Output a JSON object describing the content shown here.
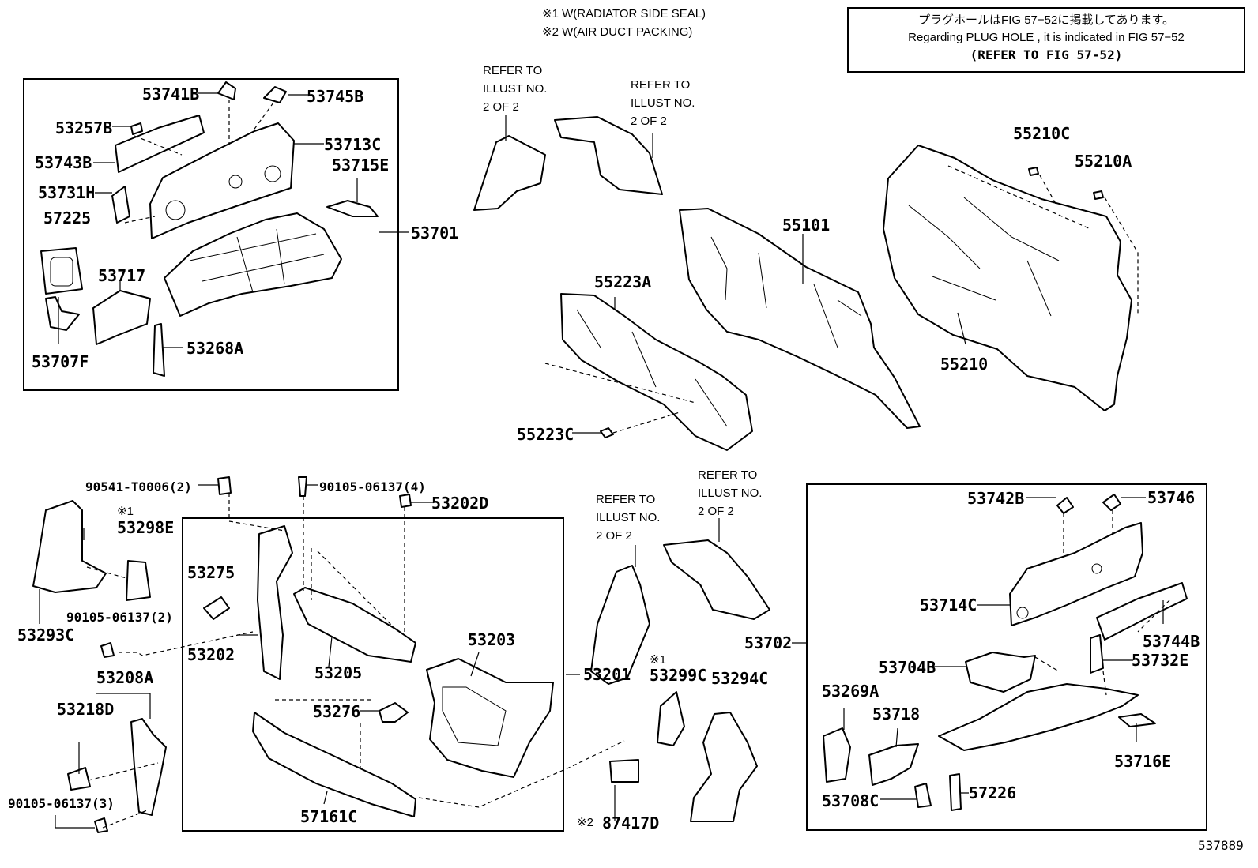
{
  "header_notes": {
    "note1": "※1 W(RADIATOR SIDE SEAL)",
    "note2": "※2 W(AIR DUCT PACKING)"
  },
  "notice_box": {
    "line_jp": "プラグホールはFIG 57−52に掲載してあります。",
    "line_en": "Regarding  PLUG  HOLE , it is indicated in FIG  57−52",
    "line_ref": "(REFER TO FIG 57-52)"
  },
  "refer_notes": [
    "REFER TO\nILLUST NO.\n2 OF 2",
    "REFER TO\nILLUST NO.\n2 OF 2",
    "REFER TO\nILLUST NO.\n2 OF 2",
    "REFER TO\nILLUST NO.\n2 OF 2"
  ],
  "parts": {
    "p53741B": "53741B",
    "p53745B": "53745B",
    "p53257B": "53257B",
    "p53713C": "53713C",
    "p53743B": "53743B",
    "p53715E": "53715E",
    "p53731H": "53731H",
    "p57225": "57225",
    "p53701": "53701",
    "p53717": "53717",
    "p53707F": "53707F",
    "p53268A": "53268A",
    "p55210C": "55210C",
    "p55210A": "55210A",
    "p55101": "55101",
    "p55223A": "55223A",
    "p55210": "55210",
    "p55223C": "55223C",
    "p90541": "90541-T0006(2)",
    "p90105_4": "90105-06137(4)",
    "p53202D": "53202D",
    "p53298E": "53298E",
    "p53275": "53275",
    "p90105_2": "90105-06137(2)",
    "p53293C": "53293C",
    "p53202": "53202",
    "p53205": "53205",
    "p53203": "53203",
    "p53201": "53201",
    "p53208A": "53208A",
    "p53218D": "53218D",
    "p53276": "53276",
    "p53299C": "53299C",
    "p53294C": "53294C",
    "p90105_3": "90105-06137(3)",
    "p57161C": "57161C",
    "p87417D": "87417D",
    "p53742B": "53742B",
    "p53746": "53746",
    "p53714C": "53714C",
    "p53702": "53702",
    "p53744B": "53744B",
    "p53704B": "53704B",
    "p53732E": "53732E",
    "p53269A": "53269A",
    "p53718": "53718",
    "p53716E": "53716E",
    "p53708C": "53708C",
    "p57226": "57226"
  },
  "marks": {
    "m1a": "※1",
    "m1b": "※1",
    "m2": "※2"
  },
  "figure_id": "537889"
}
